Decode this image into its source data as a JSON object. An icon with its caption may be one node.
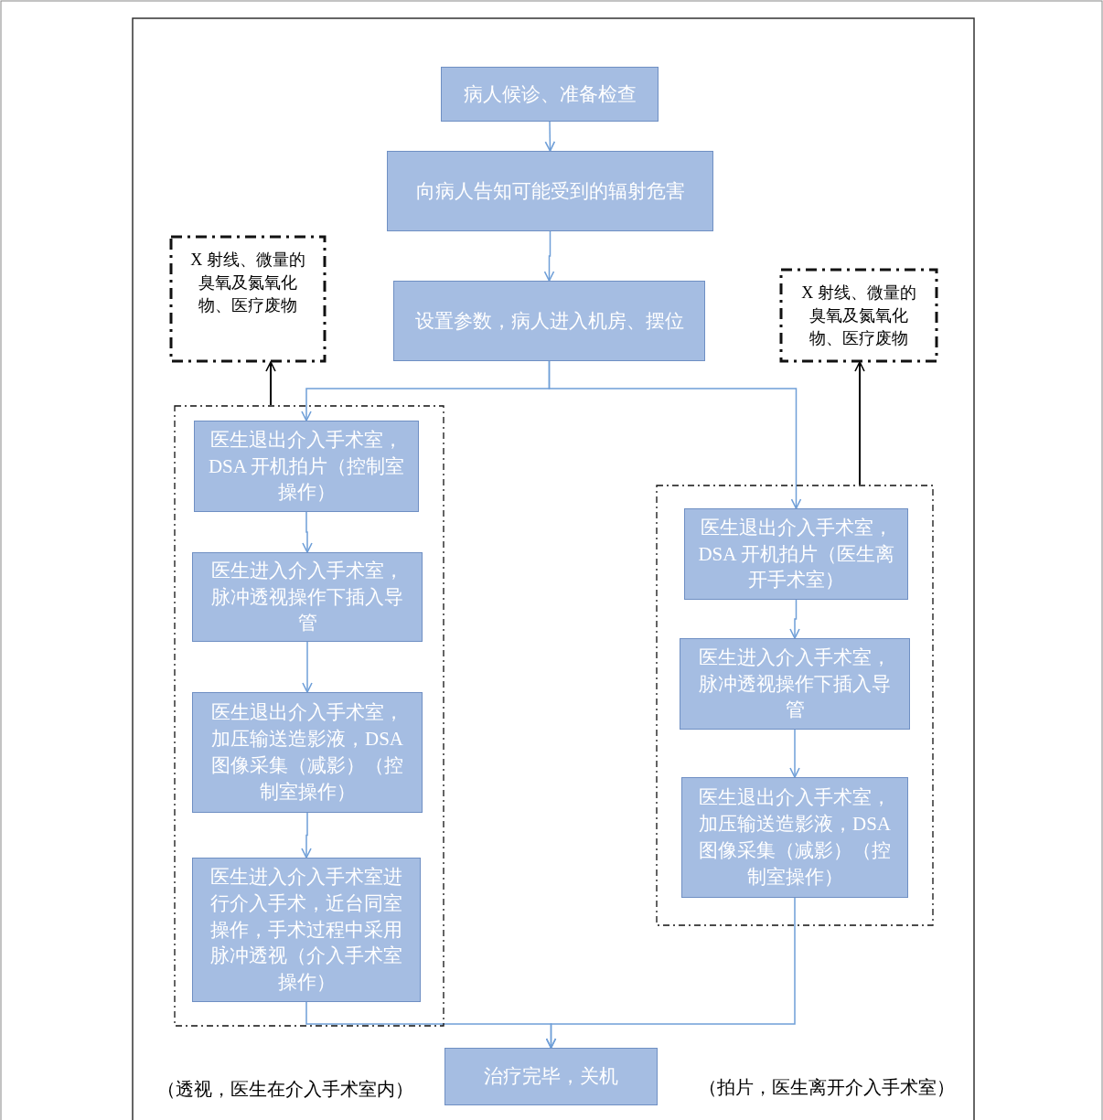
{
  "diagram": {
    "nodes": [
      {
        "text": [
          "病人候诊、准备检查"
        ]
      },
      {
        "text": [
          "向病人告知可能受到的辐射危害"
        ]
      },
      {
        "text": [
          "设置参数，病人进入机房、摆位"
        ]
      },
      {
        "text": [],
        "shape": "box"
      },
      {
        "text": [
          "医生退出介入手术室，DSA 开机拍片（控制室操作）"
        ],
        "in": 3
      },
      {
        "text": [
          "医生进入介入手术室，脉冲透视操作下插入导管"
        ],
        "in": 3
      },
      {
        "text": [
          "医生退出介入手术室，加压输送造影液，DSA 图像采集（减影）（控制室操作）"
        ],
        "in": 3
      },
      {
        "text": [
          "医生进入介入手术室进行介入手术，近台同室操作，手术过程中采用脉冲透视（介入手术室操作）"
        ],
        "in": 3
      },
      {
        "text": [],
        "shape": "box"
      },
      {
        "text": [
          "医生退出介入手术室，DSA 开机拍片（医生离开手术室）"
        ],
        "in": 8
      },
      {
        "text": [
          "医生进入介入手术室，脉冲透视操作下插入导管"
        ],
        "in": 8
      },
      {
        "text": [
          "医生退出介入手术室，加压输送造影液，DSA 图像采集（减影）（控制室操作）"
        ],
        "in": 8
      },
      {
        "text": [
          "X 射线、微量的臭氧及氮氧化物、医疗废物"
        ]
      },
      {
        "text": [
          "X 射线、微量的臭氧及氮氧化物、医疗废物"
        ]
      },
      {
        "text": [
          "治疗完毕，关机"
        ]
      }
    ],
    "edges": [
      {
        "from": 0,
        "to": 1,
        "arrow": "to"
      },
      {
        "from": 1,
        "to": 2,
        "arrow": "to"
      },
      {
        "from": 2,
        "to": 4,
        "arrow": "to"
      },
      {
        "from": 2,
        "to": 9,
        "arrow": "to"
      },
      {
        "from": 4,
        "to": 5,
        "arrow": "to"
      },
      {
        "from": 5,
        "to": 6,
        "arrow": "to"
      },
      {
        "from": 6,
        "to": 7,
        "arrow": "to"
      },
      {
        "from": 9,
        "to": 10,
        "arrow": "to"
      },
      {
        "from": 10,
        "to": 11,
        "arrow": "to"
      },
      {
        "from": 7,
        "to": 14,
        "arrow": "to"
      },
      {
        "from": 11,
        "to": 14,
        "arrow": "to"
      },
      {
        "from": 3,
        "to": 12,
        "arrow": "to",
        "color": "#000000"
      },
      {
        "from": 8,
        "to": 13,
        "arrow": "to",
        "color": "#000000"
      }
    ],
    "labels": [
      "（透视，医生在介入手术室内）",
      "（拍片，医生离开介入手术室）"
    ]
  }
}
